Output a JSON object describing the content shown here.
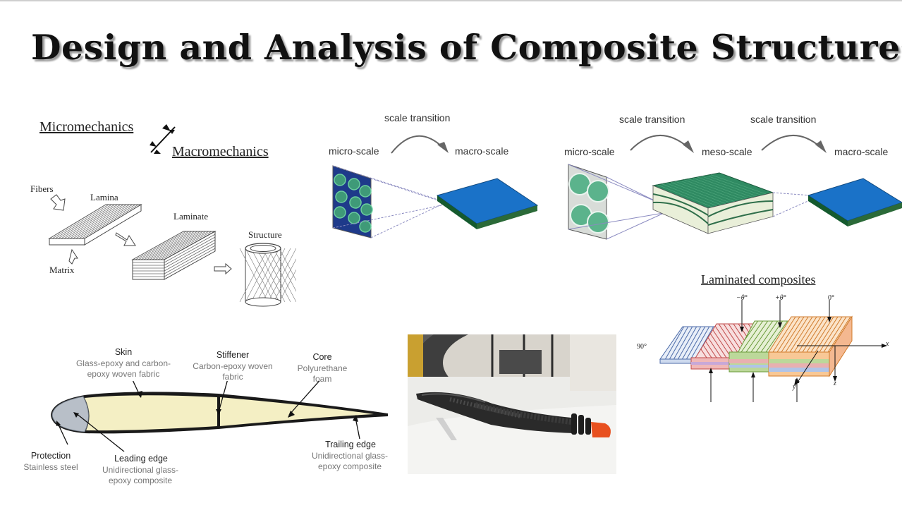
{
  "title": "Design and Analysis of Composite Structures",
  "mechanics": {
    "micro": "Micromechanics",
    "macro": "Macromechanics",
    "fibers": "Fibers",
    "matrix": "Matrix",
    "lamina": "Lamina",
    "laminate": "Laminate",
    "structure": "Structure"
  },
  "scale_two": {
    "transition": "scale transition",
    "micro": "micro-scale",
    "macro": "macro-scale"
  },
  "scale_three": {
    "transition_1": "scale transition",
    "transition_2": "scale transition",
    "micro": "micro-scale",
    "meso": "meso-scale",
    "macro": "macro-scale"
  },
  "laminated": {
    "title": "Laminated composites",
    "angle_neg": "−θ°",
    "angle_pos": "+θ°",
    "angle_0": "0°",
    "angle_90": "90°",
    "axis_x": "x",
    "axis_y": "y",
    "axis_z": "z"
  },
  "blade": {
    "skin_title": "Skin",
    "skin_sub_1": "Glass-epoxy and carbon-",
    "skin_sub_2": "epoxy woven fabric",
    "stiffener_title": "Stiffener",
    "stiffener_sub_1": "Carbon-epoxy woven",
    "stiffener_sub_2": "fabric",
    "core_title": "Core",
    "core_sub_1": "Polyurethane",
    "core_sub_2": "foam",
    "trailing_title": "Trailing edge",
    "trailing_sub_1": "Unidirectional glass-",
    "trailing_sub_2": "epoxy composite",
    "protection_title": "Protection",
    "protection_sub": "Stainless steel",
    "leading_title": "Leading edge",
    "leading_sub_1": "Unidirectional glass-",
    "leading_sub_2": "epoxy composite"
  },
  "colors": {
    "laminate_blue": "#1a72c8",
    "laminate_green": "#2f8a62",
    "micro_dark": "#1e3a8a",
    "foam": "#f4efc4",
    "propeller_tip": "#e8501f"
  }
}
